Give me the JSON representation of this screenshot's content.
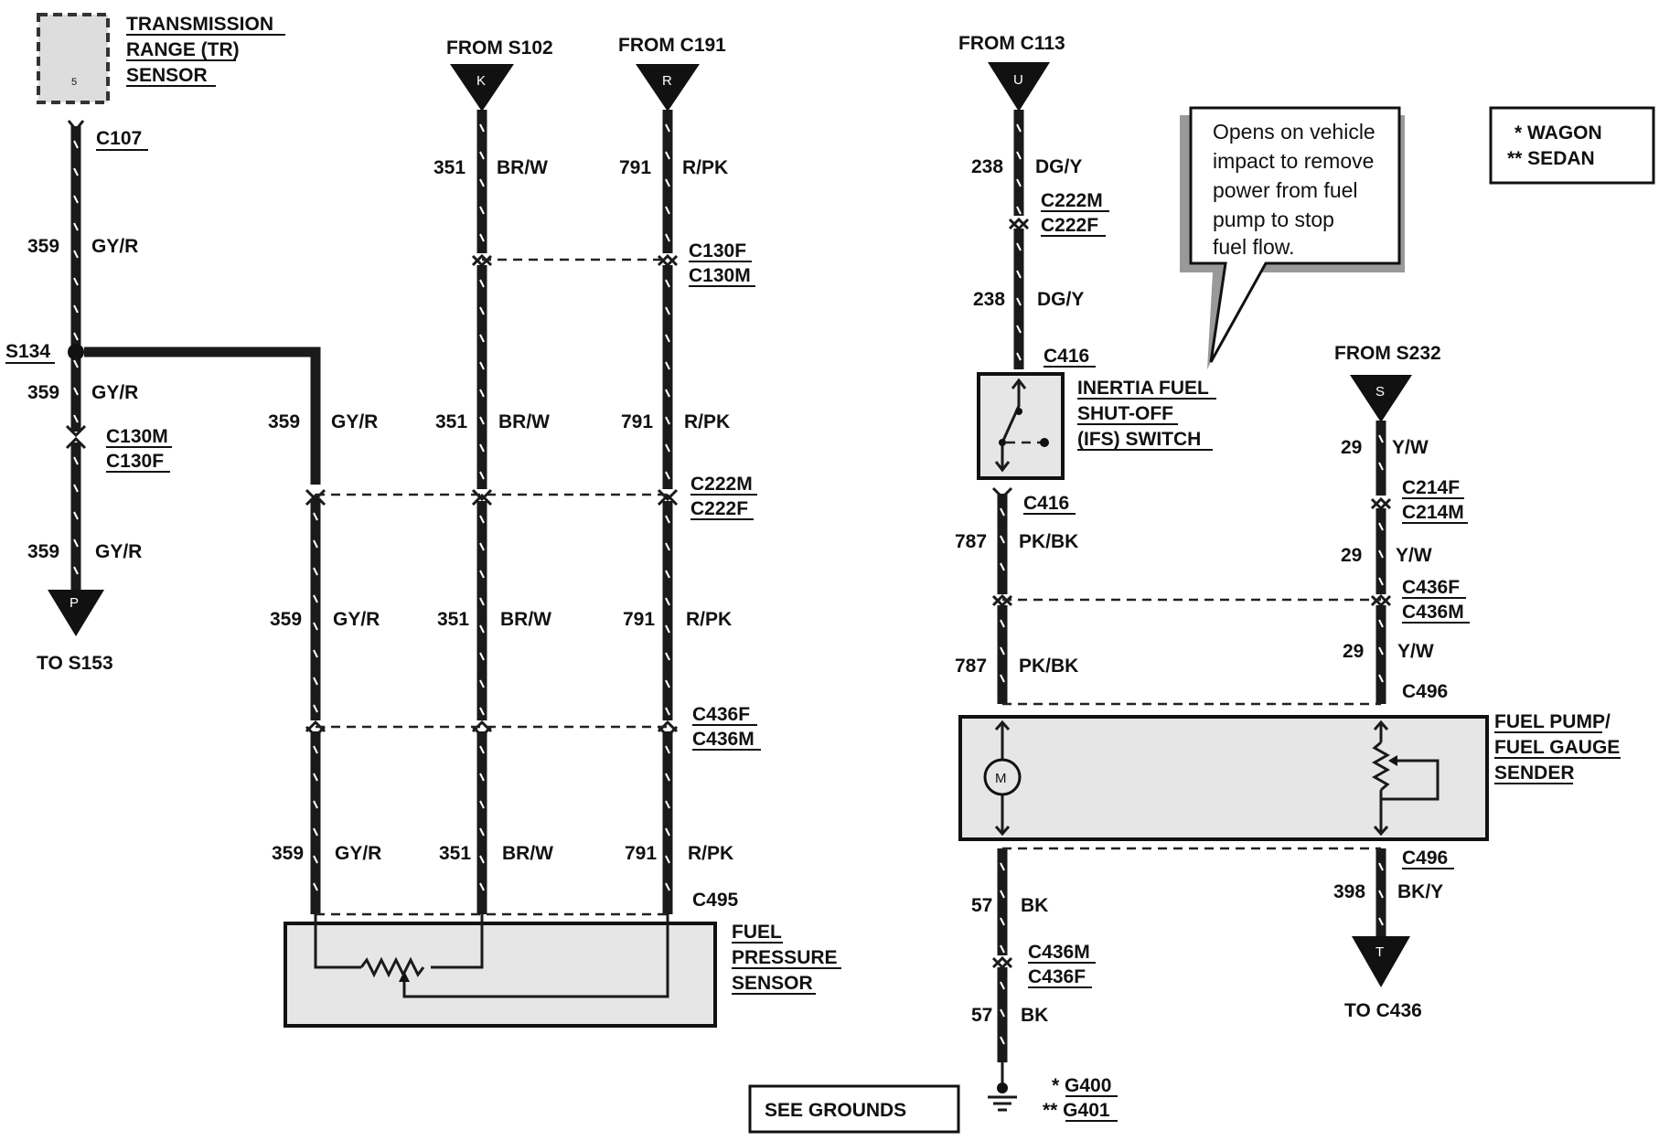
{
  "tr_sensor": {
    "title_l1": "TRANSMISSION",
    "title_l2": "RANGE (TR)",
    "title_l3": "SENSOR",
    "pin": "5"
  },
  "col1": {
    "conn_c107": "C107",
    "w1_num": "359",
    "w1_color": "GY/R",
    "splice": "S134",
    "w2_num": "359",
    "w2_color": "GY/R",
    "conn_a": "C130M",
    "conn_b": "C130F",
    "w3_num": "359",
    "w3_color": "GY/R",
    "term_letter": "P",
    "term_to": "TO S153"
  },
  "col2": {
    "w1_num": "359",
    "w1_color": "GY/R",
    "w2_num": "359",
    "w2_color": "GY/R",
    "w3_num": "359",
    "w3_color": "GY/R"
  },
  "col3": {
    "from": "FROM S102",
    "letter": "K",
    "w1_num": "351",
    "w1_color": "BR/W",
    "w2_num": "351",
    "w2_color": "BR/W",
    "w3_num": "351",
    "w3_color": "BR/W",
    "w4_num": "351",
    "w4_color": "BR/W"
  },
  "col4": {
    "from": "FROM C191",
    "letter": "R",
    "w1_num": "791",
    "w1_color": "R/PK",
    "conn1_a": "C130F",
    "conn1_b": "C130M",
    "w2_num": "791",
    "w2_color": "R/PK",
    "conn2_a": "C222M",
    "conn2_b": "C222F",
    "w3_num": "791",
    "w3_color": "R/PK",
    "conn3_a": "C436F",
    "conn3_b": "C436M",
    "w4_num": "791",
    "w4_color": "R/PK",
    "conn4": "C495"
  },
  "fuel_pressure_sensor": {
    "l1": "FUEL",
    "l2": "PRESSURE",
    "l3": "SENSOR"
  },
  "col5": {
    "from": "FROM C113",
    "letter": "U",
    "w1_num": "238",
    "w1_color": "DG/Y",
    "conn1_a": "C222M",
    "conn1_b": "C222F",
    "w2_num": "238",
    "w2_color": "DG/Y",
    "conn_top": "C416",
    "conn_bot": "C416",
    "w3_num": "787",
    "w3_color": "PK/BK",
    "w4_num": "787",
    "w4_color": "PK/BK",
    "w5_num": "57",
    "w5_color": "BK",
    "conn2_a": "C436M",
    "conn2_b": "C436F",
    "w6_num": "57",
    "w6_color": "BK",
    "ground1": "* G400",
    "ground2": "** G401"
  },
  "ifs_switch": {
    "l1": "INERTIA FUEL",
    "l2": "SHUT-OFF",
    "l3": "(IFS) SWITCH"
  },
  "callout": {
    "l1": "Opens on vehicle",
    "l2": "impact to remove",
    "l3": "power from fuel",
    "l4": "pump to stop",
    "l5": "fuel flow."
  },
  "legend": {
    "r1": "*  WAGON",
    "r2": "**  SEDAN"
  },
  "col6": {
    "from": "FROM S232",
    "letter": "S",
    "w1_num": "29",
    "w1_color": "Y/W",
    "conn1_a": "C214F",
    "conn1_b": "C214M",
    "w2_num": "29",
    "w2_color": "Y/W",
    "conn2_a": "C436F",
    "conn2_b": "C436M",
    "w3_num": "29",
    "w3_color": "Y/W",
    "conn_top": "C496",
    "conn_bot": "C496",
    "w4_num": "398",
    "w4_color": "BK/Y",
    "term_letter": "T",
    "term_to": "TO C436"
  },
  "fuel_pump": {
    "l1": "FUEL PUMP/",
    "l2": "FUEL GAUGE",
    "l3": "SENDER",
    "motor": "M"
  },
  "see_grounds": "SEE GROUNDS"
}
